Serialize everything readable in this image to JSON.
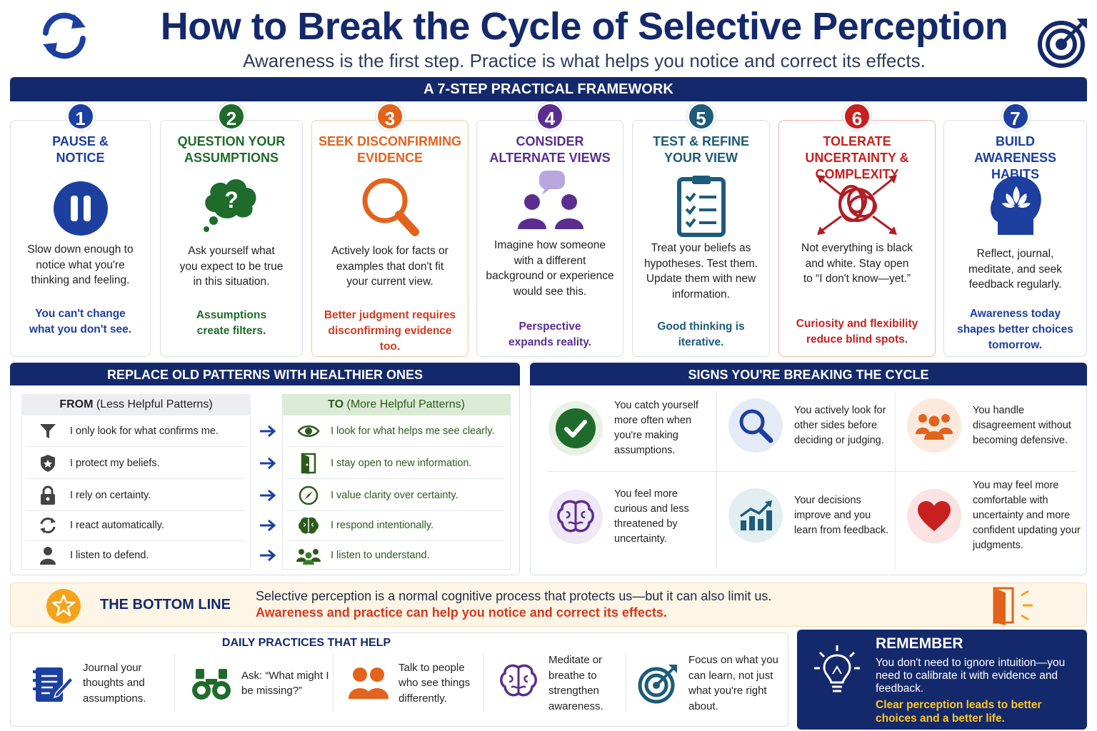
{
  "header": {
    "title": "How to Break the Cycle of Selective Perception",
    "subtitle": "Awareness is the first step. Practice is what helps you notice and correct its effects.",
    "left_icon": "cycle-arrows-icon",
    "right_icon": "target-icon"
  },
  "framework": {
    "banner": "A 7-STEP PRACTICAL FRAMEWORK",
    "steps": [
      {
        "num": "1",
        "title": "PAUSE & NOTICE",
        "desc": "Slow down enough to notice what you're thinking and feeling.",
        "takeaway": "You can't change what you don't see.",
        "icon": "pause-icon",
        "color": "#1c3fa0"
      },
      {
        "num": "2",
        "title": "QUESTION YOUR ASSUMPTIONS",
        "desc": "Ask yourself what you expect to be true in this situation.",
        "takeaway": "Assumptions create filters.",
        "icon": "question-bubble-icon",
        "color": "#1f6b2b"
      },
      {
        "num": "3",
        "title": "SEEK DISCONFIRMING EVIDENCE",
        "desc": "Actively look for facts or examples that don't fit your current view.",
        "takeaway": "Better judgment requires disconfirming evidence too.",
        "icon": "magnifier-icon",
        "color": "#e2631c"
      },
      {
        "num": "4",
        "title": "CONSIDER ALTERNATE VIEWS",
        "desc": "Imagine how someone with a different background or experience would see this.",
        "takeaway": "Perspective expands reality.",
        "icon": "people-talk-icon",
        "color": "#5b2d8f"
      },
      {
        "num": "5",
        "title": "TEST & REFINE YOUR VIEW",
        "desc": "Treat your beliefs as hypotheses. Test them. Update them with new information.",
        "takeaway": "Good thinking is iterative.",
        "icon": "checklist-icon",
        "color": "#1d5b7a"
      },
      {
        "num": "6",
        "title": "TOLERATE UNCERTAINTY & COMPLEXITY",
        "desc": "Not everything is black and white. Stay open to “I don't know—yet.”",
        "takeaway": "Curiosity and flexibility reduce blind spots.",
        "icon": "tangle-icon",
        "color": "#c8201f"
      },
      {
        "num": "7",
        "title": "BUILD AWARENESS HABITS",
        "desc": "Reflect, journal, meditate, and seek feedback regularly.",
        "takeaway": "Awareness today shapes better choices tomorrow.",
        "icon": "mind-lotus-icon",
        "color": "#1c3fa0"
      }
    ]
  },
  "replace": {
    "banner": "REPLACE OLD PATTERNS WITH HEALTHIER ONES",
    "from_head_bold": "FROM",
    "from_head_rest": "(Less Helpful Patterns)",
    "to_head_bold": "TO",
    "to_head_rest": "(More Helpful Patterns)",
    "from": [
      {
        "text": "I only look for what confirms me.",
        "icon": "funnel-icon"
      },
      {
        "text": "I protect my beliefs.",
        "icon": "shield-icon"
      },
      {
        "text": "I rely on certainty.",
        "icon": "lock-icon"
      },
      {
        "text": "I react automatically.",
        "icon": "refresh-icon"
      },
      {
        "text": "I listen to defend.",
        "icon": "person-icon"
      }
    ],
    "to": [
      {
        "text": "I look for what helps me see clearly.",
        "icon": "eye-icon"
      },
      {
        "text": "I stay open to new information.",
        "icon": "door-icon"
      },
      {
        "text": "I value clarity over certainty.",
        "icon": "compass-icon"
      },
      {
        "text": "I respond intentionally.",
        "icon": "brain-icon"
      },
      {
        "text": "I listen to understand.",
        "icon": "group-icon"
      }
    ]
  },
  "signs": {
    "banner": "SIGNS YOU'RE BREAKING THE CYCLE",
    "items": [
      {
        "text": "You catch yourself more often when you're making assumptions.",
        "icon": "check-circle-icon"
      },
      {
        "text": "You actively look for other sides before deciding or judging.",
        "icon": "search-icon"
      },
      {
        "text": "You handle disagreement without becoming defensive.",
        "icon": "people-group-icon"
      },
      {
        "text": "You feel more curious and less threatened by uncertainty.",
        "icon": "brain-icon"
      },
      {
        "text": "Your decisions improve and you learn from feedback.",
        "icon": "growth-chart-icon"
      },
      {
        "text": "You may feel more comfortable with uncertainty and more confident updating your judgments.",
        "icon": "heart-icon"
      }
    ]
  },
  "bottom_line": {
    "title": "THE BOTTOM LINE",
    "line1": "Selective perception is a normal cognitive process that protects us—but it can also limit us.",
    "line2": "Awareness and practice can help you notice and correct its effects."
  },
  "daily": {
    "title": "DAILY PRACTICES THAT HELP",
    "items": [
      {
        "text": "Journal your thoughts and assumptions.",
        "icon": "journal-icon"
      },
      {
        "text": "Ask: “What might I be missing?”",
        "icon": "binoculars-icon"
      },
      {
        "text": "Talk to people who see things differently.",
        "icon": "two-people-icon"
      },
      {
        "text": "Meditate or breathe to strengthen awareness.",
        "icon": "brain-icon"
      },
      {
        "text": "Focus on what you can learn, not just what you're right about.",
        "icon": "target-icon"
      }
    ]
  },
  "remember": {
    "title": "REMEMBER",
    "text": "You don't need to ignore intuition—you need to calibrate it with evidence and feedback.",
    "highlight": "Clear perception leads to better choices and a better life."
  },
  "colors": {
    "navy": "#14296b",
    "orange": "#e2631c",
    "green": "#1f6b2b",
    "purple": "#5b2d8f",
    "teal": "#1d5b7a",
    "red": "#c8201f",
    "gold": "#ffc629"
  }
}
